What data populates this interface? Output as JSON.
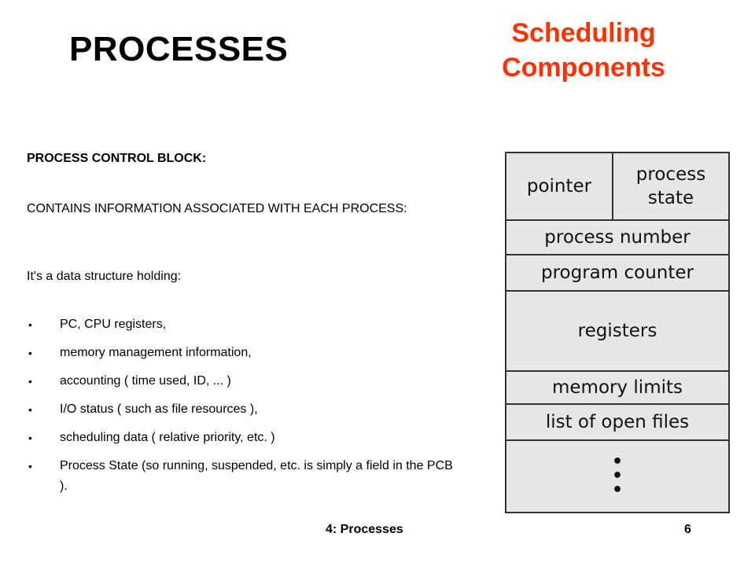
{
  "slide": {
    "title": "PROCESSES",
    "subtitle_line1": "Scheduling",
    "subtitle_line2": "Components",
    "heading": "PROCESS CONTROL BLOCK:",
    "contains_line": "CONTAINS INFORMATION ASSOCIATED WITH EACH PROCESS:",
    "intro": "It's a data structure holding:",
    "bullets": [
      "PC, CPU registers,",
      "memory management information,",
      "accounting ( time used, ID, ... )",
      "I/O status ( such as file resources ),",
      "scheduling data ( relative priority, etc. )",
      "Process State (so running, suspended, etc. is simply a field in the PCB )."
    ],
    "bullet_symbol": "•",
    "footer_left": "4: Processes",
    "footer_right": "6"
  },
  "pcb": {
    "pointer": "pointer",
    "state_line1": "process",
    "state_line2": "state",
    "process_number": "process number",
    "program_counter": "program counter",
    "registers": "registers",
    "memory_limits": "memory limits",
    "open_files": "list of open files",
    "ellipsis": "•\n•\n•"
  },
  "colors": {
    "subtitle": "#ff3300",
    "cell_fill": "#e6e6e6"
  }
}
